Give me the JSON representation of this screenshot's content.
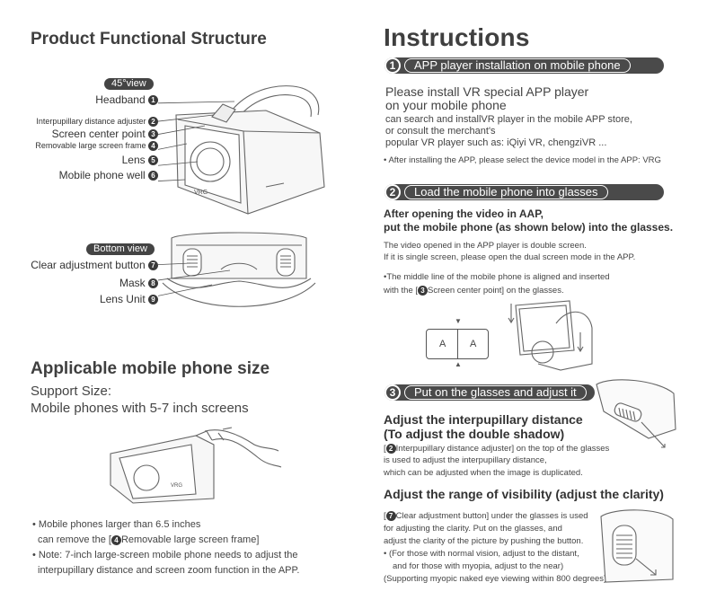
{
  "left": {
    "structure_title": "Product Functional Structure",
    "view_45": "45°view",
    "view_bottom": "Bottom view",
    "parts_top": [
      {
        "label": "Headband",
        "num": "1"
      },
      {
        "label": "Interpupillary distance adjuster",
        "num": "2"
      },
      {
        "label": "Screen center point",
        "num": "3"
      },
      {
        "label": "Removable large screen frame",
        "num": "4"
      },
      {
        "label": "Lens",
        "num": "5"
      },
      {
        "label": "Mobile phone well",
        "num": "6"
      }
    ],
    "parts_bottom": [
      {
        "label": "Clear adjustment button",
        "num": "7"
      },
      {
        "label": "Mask",
        "num": "8"
      },
      {
        "label": "Lens Unit",
        "num": "9"
      }
    ],
    "size_title": "Applicable mobile phone size",
    "support_size": "Support Size:",
    "support_desc": "Mobile phones with 5-7 inch screens",
    "note1_a": "Mobile phones larger than 6.5 inches",
    "note1_b": "can remove the [",
    "note1_num": "4",
    "note1_c": "Removable large screen frame]",
    "note2_a": "Note: 7-inch large-screen mobile phone needs to adjust the",
    "note2_b": "interpupillary distance and screen zoom function in the APP.",
    "brand_mark": "VRG"
  },
  "right": {
    "title": "Instructions",
    "step1": {
      "num": "1",
      "label": "APP player installation on mobile phone",
      "line1": "Please install VR special APP player",
      "line2": "on your mobile phone",
      "line3": " can search and installVR player in the mobile APP store,",
      "line4": " or consult the merchant's",
      "line5": "popular VR player such as: iQiyi VR, chengziVR ...",
      "note": "After installing the APP, please select the device model in the APP: VRG"
    },
    "step2": {
      "num": "2",
      "label": "Load the mobile phone into glasses",
      "bold1": "After opening the video in AAP,",
      "bold2": "put the mobile phone (as shown below) into the glasses.",
      "p1": "The video opened in the APP player is double screen.",
      "p2": "If it is single screen, please open the dual screen mode in the APP.",
      "p3": "The middle line of the mobile phone is aligned and inserted",
      "p4a": "with the [",
      "p4num": "3",
      "p4b": "Screen center point] on the glasses.",
      "screen_left": "A",
      "screen_right": "A"
    },
    "step3": {
      "num": "3",
      "label": "Put on the glasses and adjust it",
      "h1a": "Adjust the interpupillary distance",
      "h1b": "(To adjust the double shadow)",
      "p1a": "[",
      "p1num": "2",
      "p1b": "Interpupillary distance adjuster] on the top of the glasses",
      "p2": "is used to adjust the interpupillary distance,",
      "p3": "which can be adjusted when the image is duplicated.",
      "h2": "Adjust the range of visibility (adjust the clarity)",
      "q1a": "[",
      "q1num": "7",
      "q1b": "Clear adjustment button] under the glasses is used",
      "q2": "for adjusting the clarity. Put on the glasses, and",
      "q3": "adjust the clarity of the picture by pushing the button.",
      "q4": "(For those with normal vision, adjust to the distant,",
      "q5": "and for those with myopia, adjust to the near)",
      "q6": "(Supporting myopic naked eye viewing within 800 degrees)"
    }
  }
}
